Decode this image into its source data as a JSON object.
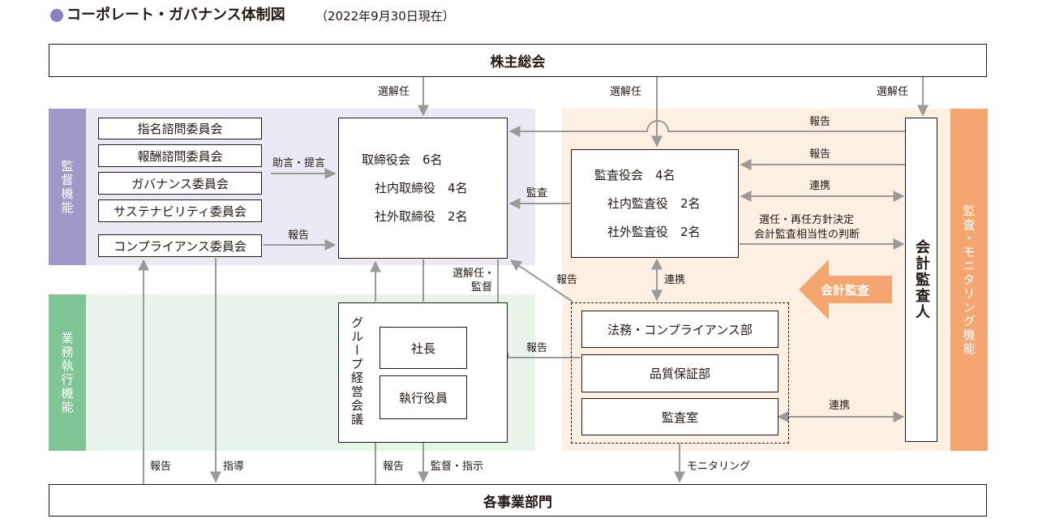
{
  "header": {
    "title": "コーポレート・ガバナンス体制図",
    "subtitle": "（2022年9月30日現在）",
    "accent_color": "#8a7fc2"
  },
  "bands": {
    "supervise": "監督機能",
    "exec": "業務執行機能",
    "audit": "監査・モニタリング機能"
  },
  "nodes": {
    "shareholders": "株主総会",
    "divisions": "各事業部門",
    "committees": [
      "指名諮問委員会",
      "報酬諮問委員会",
      "ガバナンス委員会",
      "サステナビリティ委員会"
    ],
    "compliance_committee": "コンプライアンス委員会",
    "board": {
      "line1": "取締役会　6名",
      "line2": "社内取締役　4名",
      "line3": "社外取締役　2名"
    },
    "auditors": {
      "line1": "監査役会　4名",
      "line2": "社内監査役　2名",
      "line3": "社外監査役　2名"
    },
    "accounting_auditor": "会計監査人",
    "group_meeting": "グループ経営会議",
    "president": "社長",
    "officers": "執行役員",
    "legal": "法務・コンプライアンス部",
    "quality": "品質保証部",
    "audit_office": "監査室"
  },
  "labels": {
    "elect1": "選解任",
    "elect2": "選解任",
    "elect3": "選解任",
    "report_aa_board": "報告",
    "report_aa_auditors": "報告",
    "coop_aa_auditors": "連携",
    "policy1": "選任・再任方針決定",
    "policy2": "会計監査相当性の判断",
    "advice": "助言・提言",
    "report_compliance": "報告",
    "audit_board": "監査",
    "elect_supervise1": "選解任・",
    "elect_supervise2": "監督",
    "report_dept_board": "報告",
    "coop_auditors_dept": "連携",
    "report_dept_president": "報告",
    "coop_office_aa": "連携",
    "report_div_compliance": "報告",
    "guide": "指導",
    "report_div_group": "報告",
    "supervise_instruct": "監督・指示",
    "monitoring": "モニタリング",
    "accounting_audit": "会計監査"
  },
  "colors": {
    "supervise_band": "#9f98c8",
    "exec_band": "#80c595",
    "audit_band": "#f5a56f",
    "big_arrow": "#f5a56f",
    "line": "#9a9a9a"
  }
}
